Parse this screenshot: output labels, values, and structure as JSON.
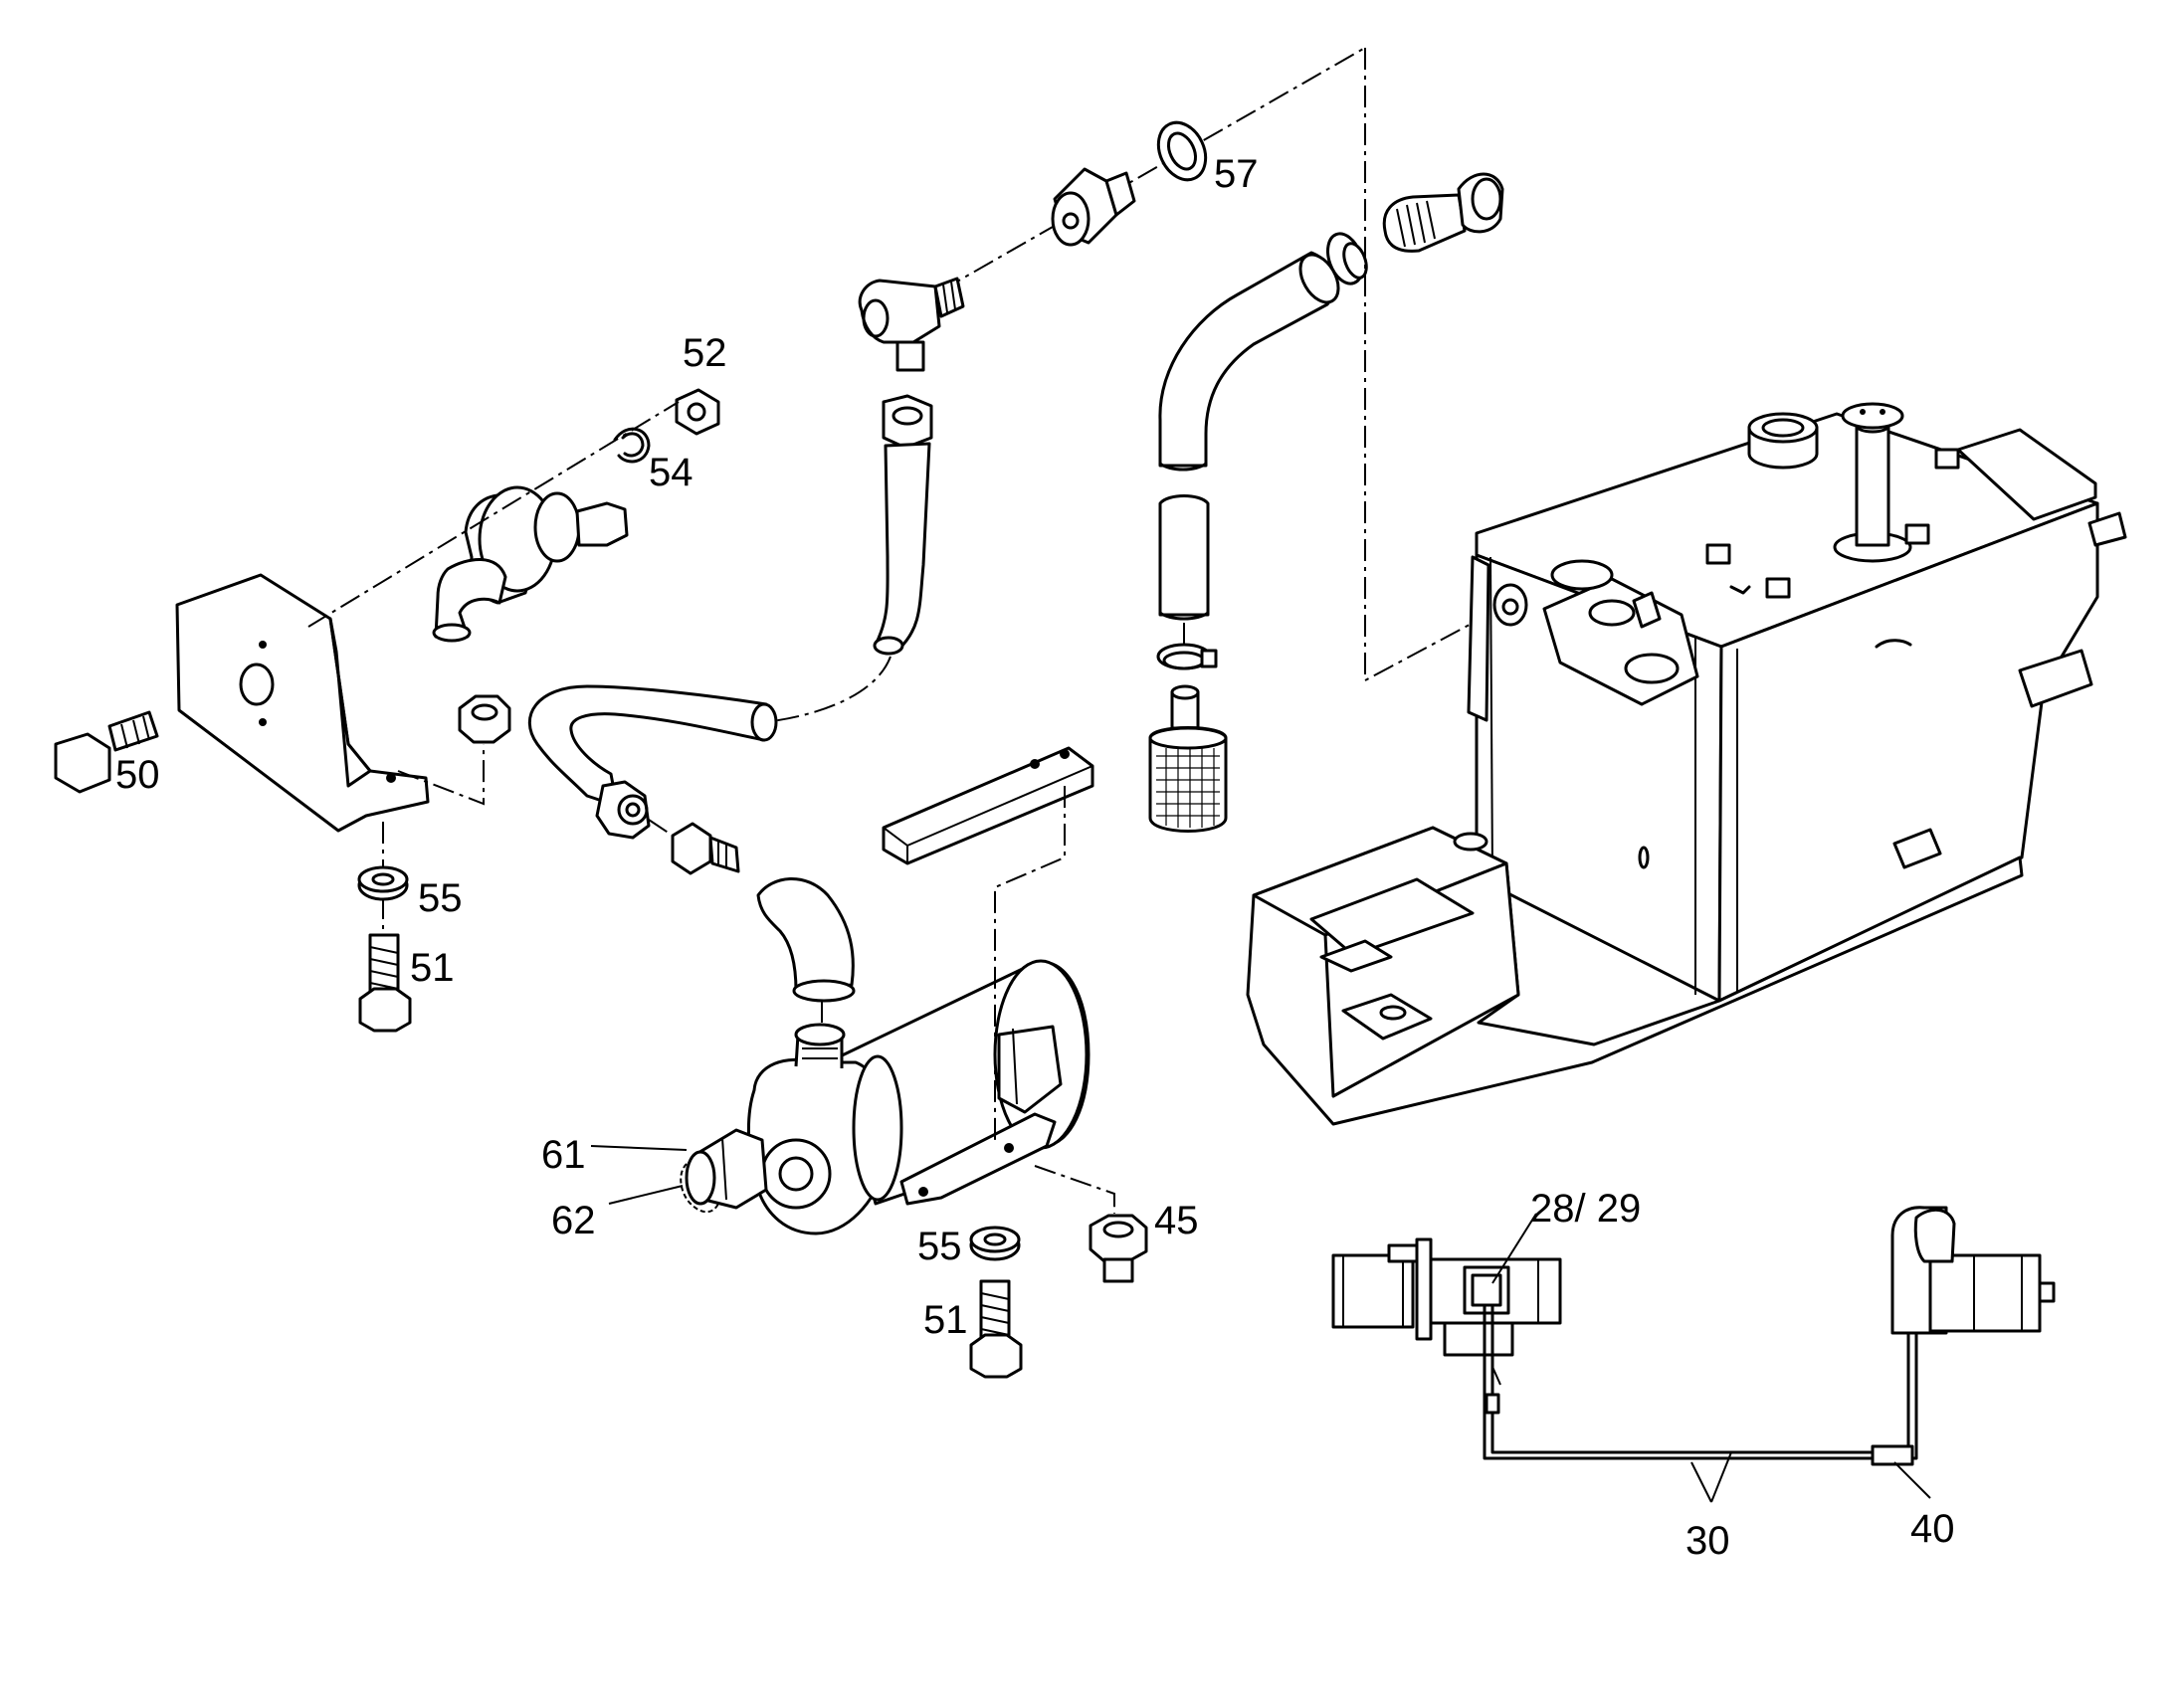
{
  "callouts": {
    "c50": "50",
    "c51a": "51",
    "c51b": "51",
    "c52": "52",
    "c54": "54",
    "c55a": "55",
    "c55b": "55",
    "c57": "57",
    "c61": "61",
    "c62": "62",
    "c45": "45",
    "c2829": "28/ 29",
    "c30": "30",
    "c40": "40"
  }
}
